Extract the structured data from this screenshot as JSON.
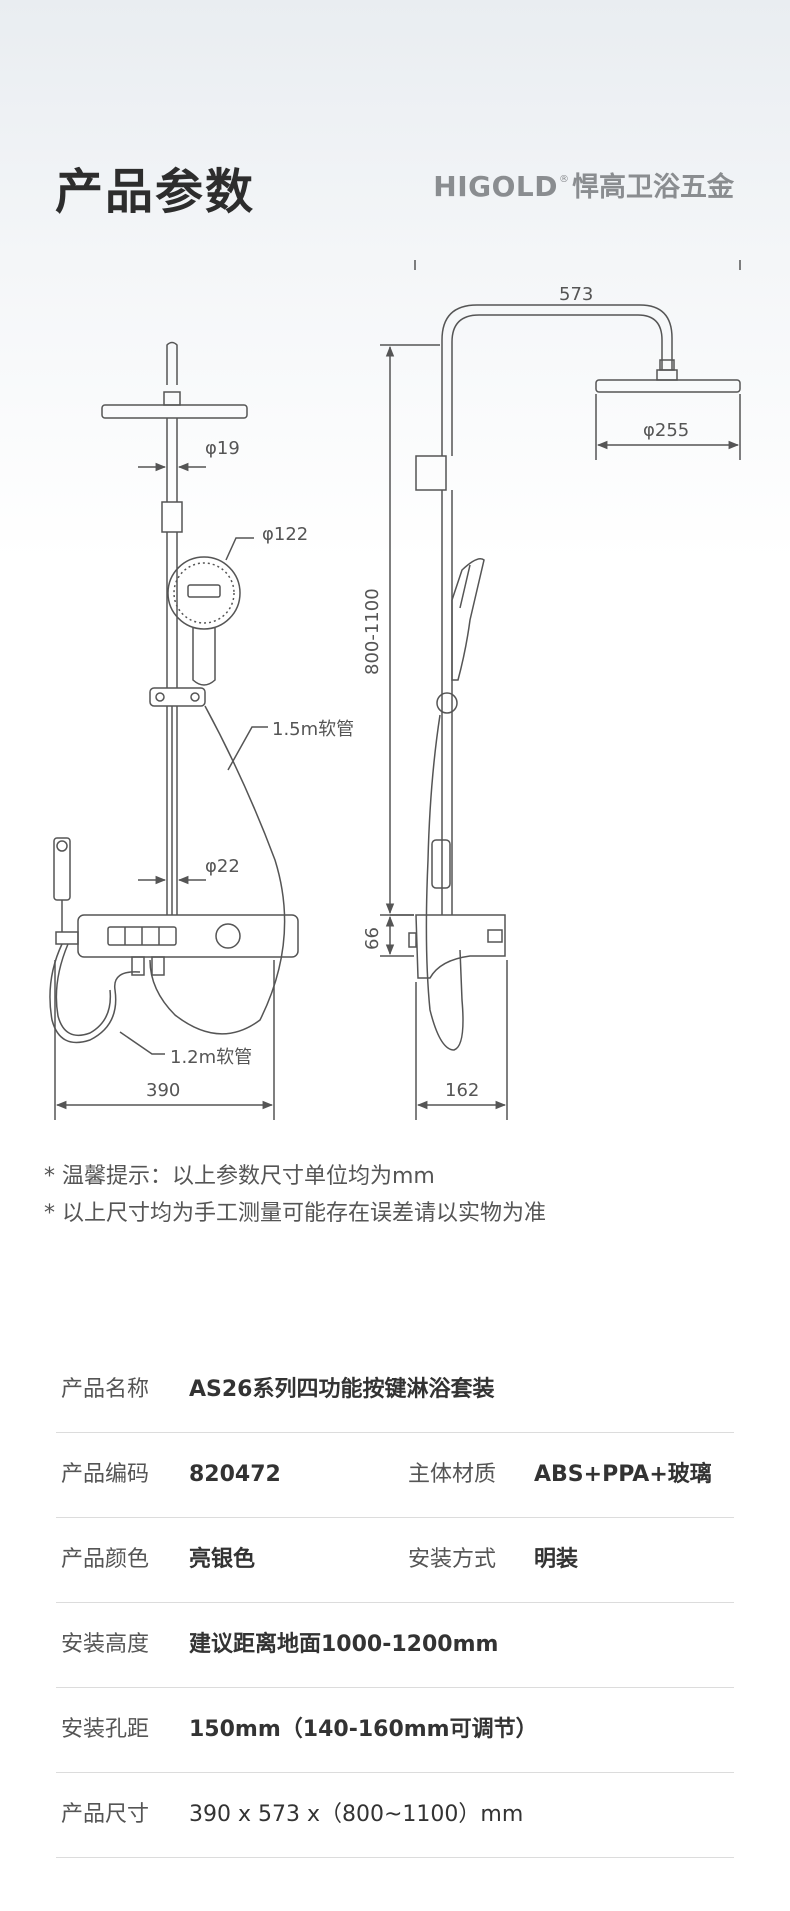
{
  "header": {
    "title": "产品参数",
    "brand_en": "HIGOLD",
    "brand_reg": "®",
    "brand_cn": "悍高卫浴五金"
  },
  "dimensions": {
    "rod_diameter": "φ19",
    "handshower_diameter": "φ122",
    "hose_long": "1.5m软管",
    "body_diameter": "φ22",
    "hose_short": "1.2m软管",
    "width": "390",
    "arm_length": "573",
    "head_diameter": "φ255",
    "height_range": "800-1100",
    "mixer_height": "66",
    "depth": "162"
  },
  "notes": [
    "* 温馨提示：以上参数尺寸单位均为mm",
    "* 以上尺寸均为手工测量可能存在误差请以实物为准"
  ],
  "specs": {
    "name": {
      "label": "产品名称",
      "value": "AS26系列四功能按键淋浴套装"
    },
    "code": {
      "label": "产品编码",
      "value": "820472"
    },
    "material": {
      "label": "主体材质",
      "value": "ABS+PPA+玻璃"
    },
    "color": {
      "label": "产品颜色",
      "value": "亮银色"
    },
    "install_type": {
      "label": "安装方式",
      "value": "明装"
    },
    "install_height": {
      "label": "安装高度",
      "value": "建议距离地面1000-1200mm"
    },
    "hole_distance": {
      "label": "安装孔距",
      "value": "150mm（140-160mm可调节）"
    },
    "size": {
      "label": "产品尺寸",
      "value": "390 x 573 x（800~1100）mm"
    }
  }
}
